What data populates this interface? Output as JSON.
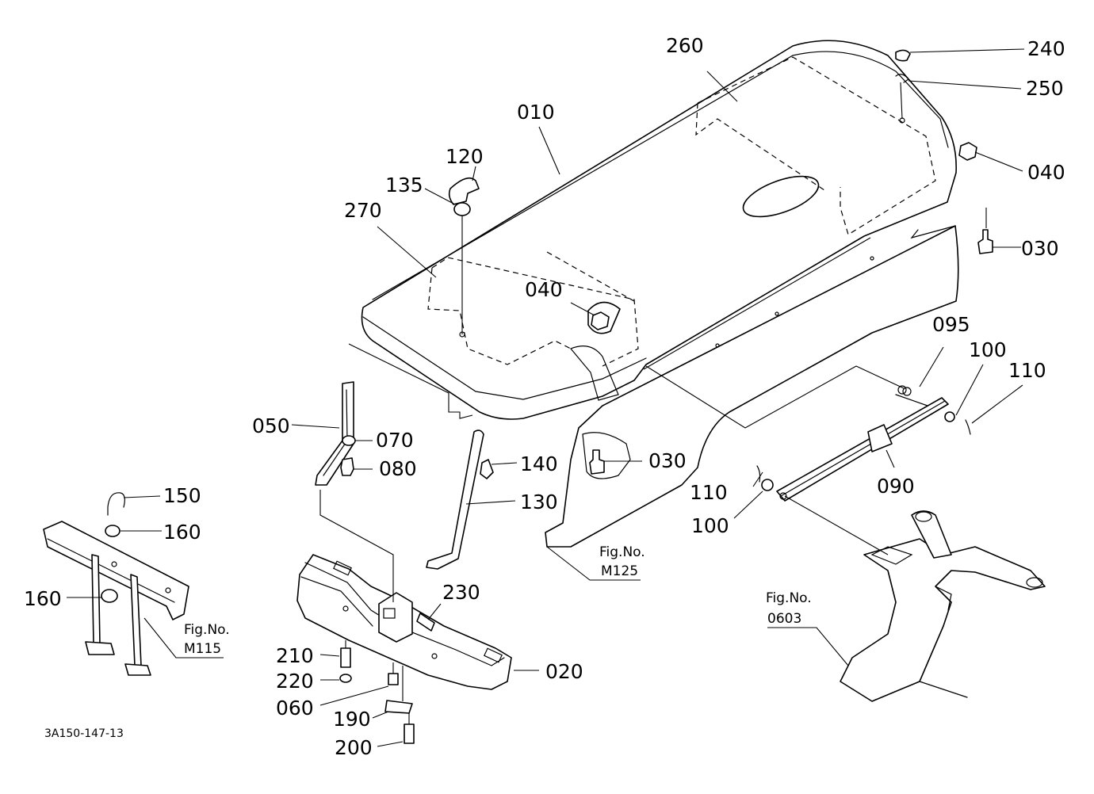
{
  "drawing_code": "3A150-147-13",
  "callouts": {
    "c010": "010",
    "c020": "020",
    "c030a": "030",
    "c030b": "030",
    "c040a": "040",
    "c040b": "040",
    "c050": "050",
    "c060": "060",
    "c070": "070",
    "c080": "080",
    "c090": "090",
    "c095": "095",
    "c100a": "100",
    "c100b": "100",
    "c110a": "110",
    "c110b": "110",
    "c120": "120",
    "c130": "130",
    "c135": "135",
    "c140": "140",
    "c150": "150",
    "c160a": "160",
    "c160b": "160",
    "c190": "190",
    "c200": "200",
    "c210": "210",
    "c220": "220",
    "c230": "230",
    "c240": "240",
    "c250": "250",
    "c260": "260",
    "c270": "270"
  },
  "figure_refs": {
    "m115": {
      "label": "Fig.No.",
      "number": "M115"
    },
    "m125": {
      "label": "Fig.No.",
      "number": "M125"
    },
    "f0603": {
      "label": "Fig.No.",
      "number": "0603"
    }
  }
}
